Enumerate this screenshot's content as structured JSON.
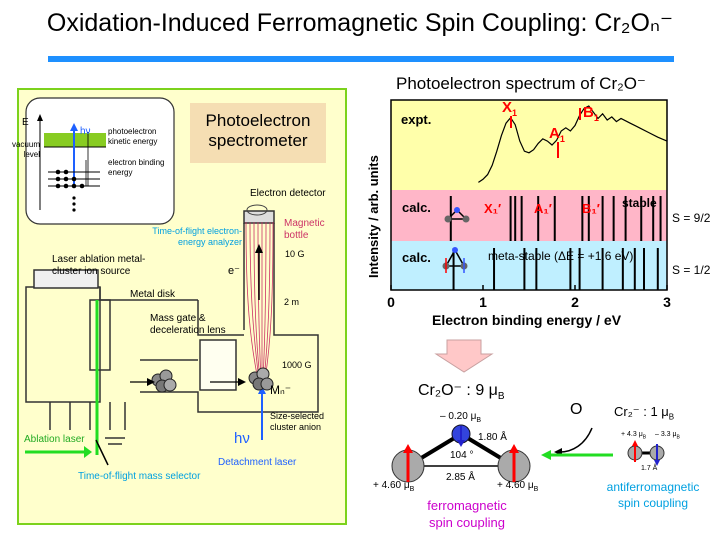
{
  "title": "Oxidation-Induced Ferromagnetic Spin Coupling: Cr₂Oₙ⁻",
  "colors": {
    "title_bar": "#1e90ff",
    "panel_border": "#7cd21c",
    "panel_bg": "#ffffcc",
    "expt_bg": "#ffffaa",
    "calc1_bg": "#ffb6c8",
    "calc2_bg": "#bfefff",
    "magenta": "#cc00cc",
    "cyan": "#00a0e0",
    "red": "#ff0000",
    "green": "#22dd22"
  },
  "spectrometer": {
    "title": "Photoelectron spectrometer",
    "energy_inset": {
      "axis": "E",
      "hv": "hν",
      "kinetic": "photoelectron kinetic energy",
      "vacuum": "vacuum level",
      "binding": "electron binding energy"
    },
    "labels": {
      "detector": "Electron detector",
      "tof_electron": "Time-of-flight electron-energy analyzer",
      "magnetic_bottle": "Magnetic bottle",
      "field_10g": "10 G",
      "electron": "e⁻",
      "length_2m": "2 m",
      "field_1000g": "1000 G",
      "laser_ablation": "Laser ablation metal-cluster ion source",
      "metal_disk": "Metal disk",
      "mass_gate": "Mass gate & deceleration lens",
      "mn": "Mₙ⁻",
      "size_selected": "Size-selected cluster anion",
      "hv": "hν",
      "detachment_laser": "Detachment laser",
      "ablation_laser": "Ablation laser",
      "tof_mass": "Time-of-flight mass selector"
    }
  },
  "spectrum": {
    "title": "Photoelectron spectrum of Cr₂O⁻",
    "ylabel": "Intensity / arb. units",
    "xlabel": "Electron binding energy / eV",
    "xticks": [
      "0",
      "1",
      "2",
      "3"
    ],
    "expt_label": "expt.",
    "peaks": {
      "X": "X",
      "A": "A",
      "B": "B",
      "sub": "1"
    },
    "calc1": {
      "label": "calc.",
      "state": "stable",
      "spin": "S = 9/2",
      "X": "X₁′",
      "A": "A₁′",
      "B": "B₁′"
    },
    "calc2": {
      "label": "calc.",
      "state": "meta-stable (ΔE = +1.6 eV)",
      "spin": "S = 1/2"
    }
  },
  "chart_data": {
    "type": "line",
    "title": "Photoelectron spectrum of Cr₂O⁻",
    "xlabel": "Electron binding energy / eV",
    "ylabel": "Intensity / arb. units",
    "xlim": [
      0,
      3
    ],
    "series": [
      {
        "name": "expt.",
        "x": [
          0.95,
          1.0,
          1.05,
          1.1,
          1.15,
          1.2,
          1.25,
          1.3,
          1.35,
          1.4,
          1.45,
          1.5,
          1.55,
          1.6,
          1.65,
          1.7,
          1.75,
          1.8,
          1.85,
          1.9,
          1.95,
          2.0,
          2.05,
          2.1,
          2.15,
          2.2,
          2.25,
          2.3,
          2.35,
          2.4,
          2.45,
          2.5,
          2.6,
          2.7,
          2.8,
          2.9,
          3.0
        ],
        "y": [
          0.02,
          0.06,
          0.12,
          0.24,
          0.42,
          0.62,
          0.78,
          0.85,
          0.76,
          0.55,
          0.42,
          0.4,
          0.44,
          0.52,
          0.58,
          0.55,
          0.5,
          0.56,
          0.68,
          0.72,
          0.68,
          0.75,
          0.88,
          0.97,
          1.0,
          0.92,
          0.84,
          0.9,
          0.82,
          0.86,
          0.8,
          0.84,
          0.78,
          0.72,
          0.66,
          0.6,
          0.55
        ]
      }
    ],
    "sticks_stable": [
      0.65,
      1.3,
      1.35,
      1.42,
      1.6,
      1.78,
      2.08,
      2.15,
      2.3,
      2.42,
      2.55,
      2.72,
      2.85,
      2.93
    ],
    "sticks_metastable": [
      0.68,
      1.12,
      1.45,
      1.58,
      1.95,
      2.05,
      2.3,
      2.52,
      2.65,
      2.75,
      2.9
    ]
  },
  "magnetism": {
    "cr2o_label": "Cr₂O⁻ : 9 μ",
    "cr2o_sub": "B",
    "o_moment": "– 0.20 μ",
    "bond_length": "1.80 Å",
    "angle": "104 °",
    "cr_cr": "2.85 Å",
    "left_moment": "+ 4.60 μ",
    "right_moment": "+ 4.60 μ",
    "ferro_line1": "ferromagnetic",
    "ferro_line2": "spin coupling",
    "o_atom": "O",
    "cr2_label": "Cr₂⁻ : 1 μ",
    "cr2_left": "+ 4.3 μ",
    "cr2_right": "– 3.3 μ",
    "cr2_bond": "1.7 Å",
    "antiferro_line1": "antiferromagnetic",
    "antiferro_line2": "spin coupling"
  }
}
